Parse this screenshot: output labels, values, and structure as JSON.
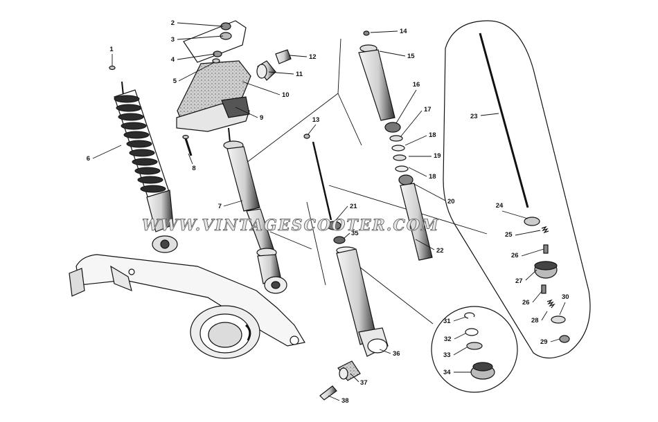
{
  "diagram": {
    "watermark": "WWW.VINTAGESCOOTER.COM",
    "callouts": [
      "1",
      "2",
      "3",
      "4",
      "5",
      "6",
      "7",
      "8",
      "9",
      "10",
      "11",
      "12",
      "13",
      "14",
      "15",
      "16",
      "17",
      "18",
      "19",
      "18",
      "20",
      "21",
      "22",
      "23",
      "24",
      "25",
      "26",
      "27",
      "26",
      "28",
      "29",
      "30",
      "31",
      "32",
      "33",
      "34",
      "35",
      "36",
      "37",
      "38"
    ]
  }
}
